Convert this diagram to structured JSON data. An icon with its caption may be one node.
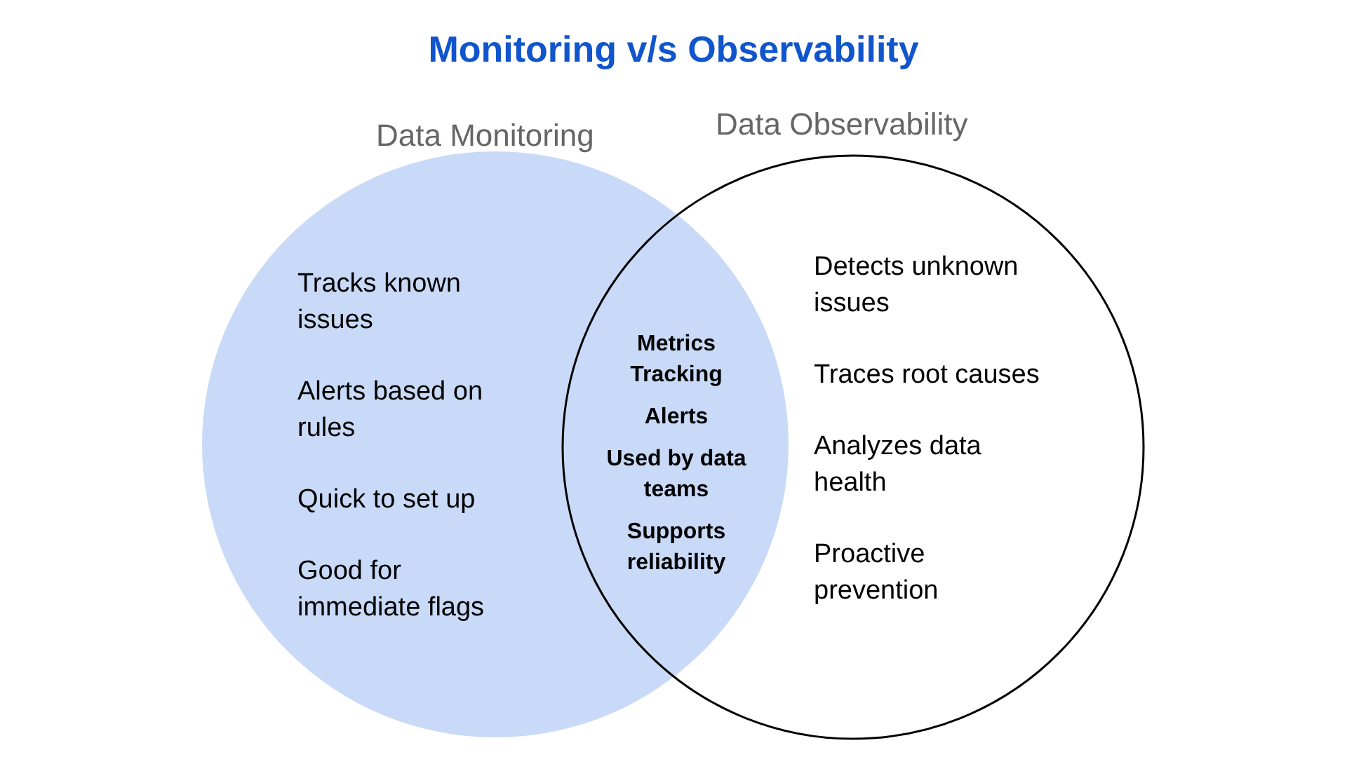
{
  "diagram": {
    "title": "Monitoring v/s Observability",
    "nodes": [
      {
        "text": [
          "Data Monitoring",
          "Tracks known issues",
          "Alerts based on rules",
          "Quick to set up",
          "Good for immediate flags"
        ]
      },
      {
        "text": [
          "Data Observability",
          "Detects unknown issues",
          "Traces root causes",
          "Analyzes data health",
          "Proactive prevention"
        ]
      }
    ],
    "labels": [
      "Metrics Tracking",
      "Alerts",
      "Used by data teams",
      "Supports reliability"
    ]
  }
}
